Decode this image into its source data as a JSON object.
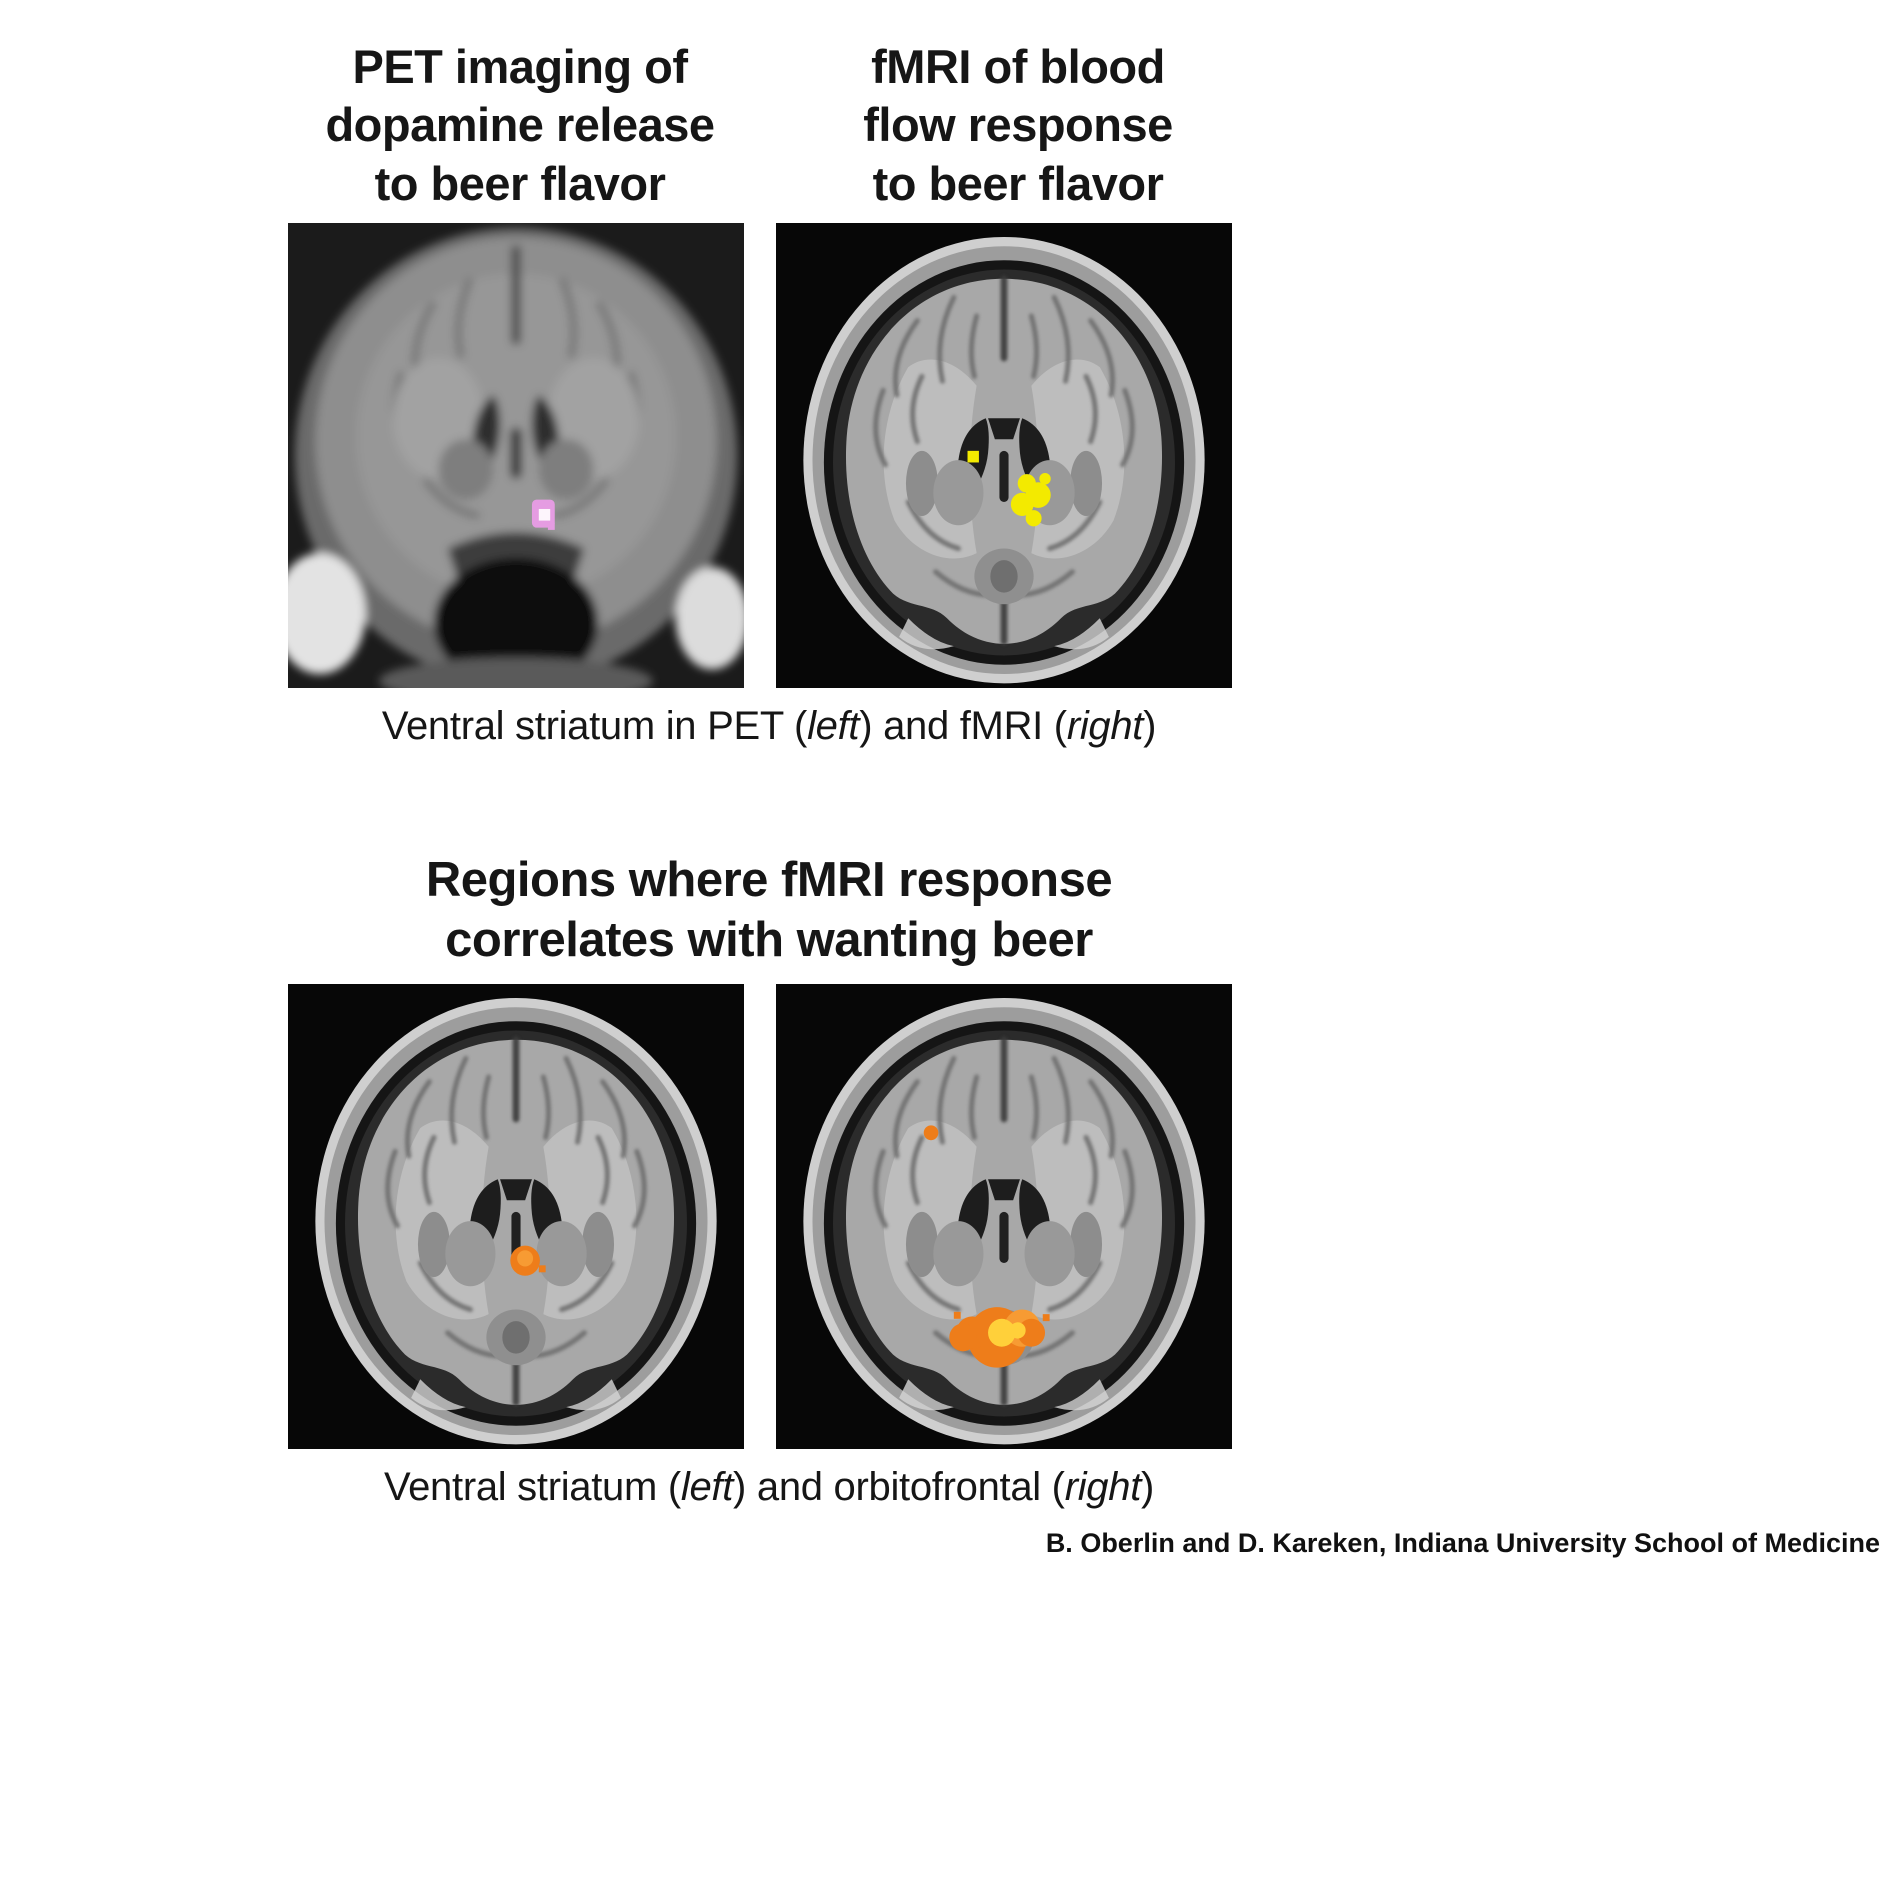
{
  "titles": {
    "pet": "PET imaging of\ndopamine release\nto beer flavor",
    "fmri": "fMRI of blood\nflow response\nto beer flavor",
    "section2": "Regions where fMRI response\ncorrelates with wanting beer"
  },
  "captions": {
    "top": {
      "part1": "Ventral striatum in PET (",
      "italic1": "left",
      "part2": ") and fMRI (",
      "italic2": "right",
      "part3": ")"
    },
    "bottom": {
      "part1": "Ventral striatum (",
      "italic1": "left",
      "part2": ") and orbitofrontal (",
      "italic2": "right",
      "part3": ")"
    }
  },
  "credit": "B. Oberlin and D. Kareken, Indiana University School of Medicine",
  "scans": {
    "pet_dopamine": "PET coronal brain slice showing dopamine release (pink cluster, ventral striatum)",
    "fmri_bloodflow": "fMRI coronal brain slice showing blood flow response (yellow cluster, ventral striatum)",
    "corr_ventral_striatum": "fMRI correlation with wanting beer, ventral striatum (orange blob)",
    "corr_orbitofrontal": "fMRI correlation with wanting beer, orbitofrontal cortex (large orange-yellow cluster)"
  },
  "colors": {
    "pet_pink": "#e59ce2",
    "pet_pink_core": "#ffffff",
    "fmri_yellow": "#f3ea00",
    "orange": "#ee7d1a",
    "orange_light": "#f79b33",
    "orange_core": "#ffd03a"
  }
}
